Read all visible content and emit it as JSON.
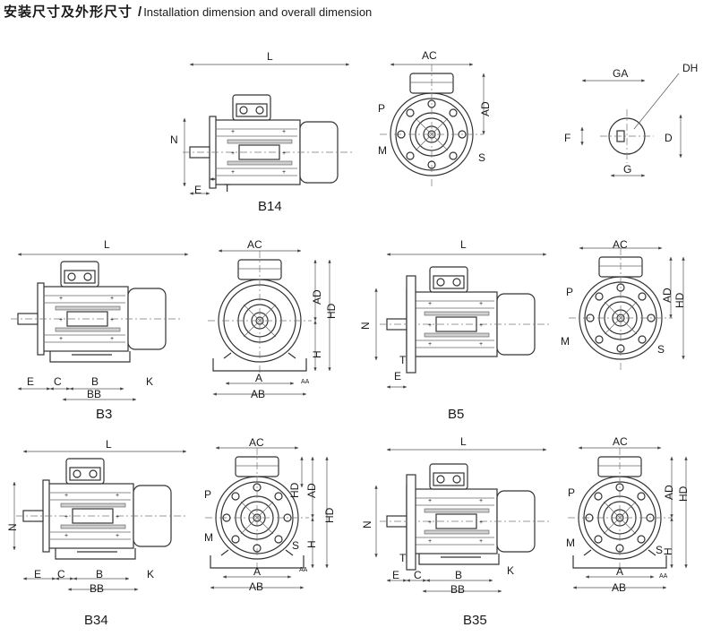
{
  "header": {
    "title_cn": "安装尺寸及外形尺寸",
    "separator": "/",
    "title_en": "Installation dimension and overall dimension"
  },
  "captions": {
    "b14": "B14",
    "b3": "B3",
    "b5": "B5",
    "b34": "B34",
    "b35": "B35"
  },
  "labels": {
    "L": "L",
    "N": "N",
    "E": "E",
    "T": "T",
    "C": "C",
    "B": "B",
    "BB": "BB",
    "K": "K",
    "AC": "AC",
    "AD": "AD",
    "HD": "HD",
    "H": "H",
    "A": "A",
    "AB": "AB",
    "AA": "AA",
    "P": "P",
    "M": "M",
    "S": "S",
    "GA": "GA",
    "DH": "DH",
    "F": "F",
    "D": "D",
    "G": "G"
  },
  "colors": {
    "line": "#333333",
    "fin_fill": "#cfcfcf",
    "text": "#1a1a1a"
  }
}
